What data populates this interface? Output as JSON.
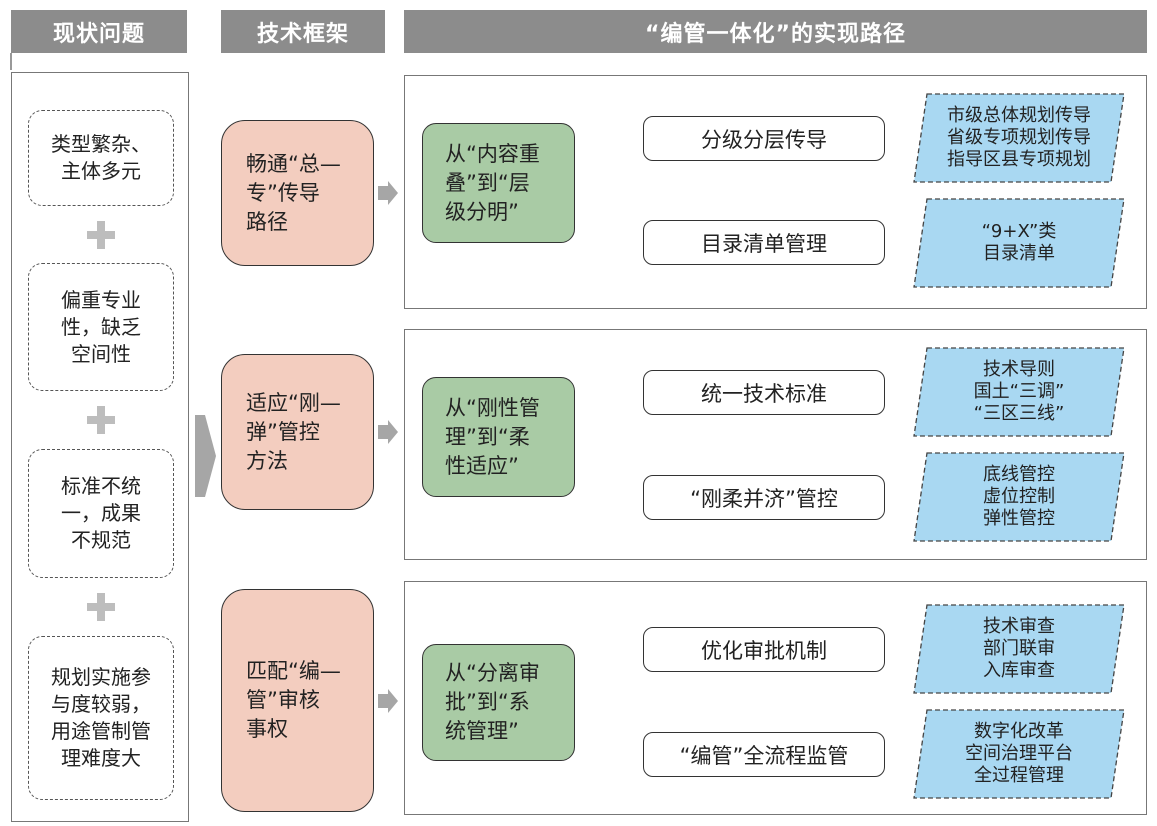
{
  "headers": {
    "current": "现状问题",
    "framework": "技术框架",
    "path": "“编管一体化”的实现路径"
  },
  "issues": [
    "类型繁杂、\n主体多元",
    "偏重专业\n性，缺乏\n空间性",
    "标准不统\n一，成果\n不规范",
    "规划实施参\n与度较弱，\n用途管制管\n理难度大"
  ],
  "framework": [
    "畅通“总—\n专”传导\n路径",
    "适应“刚—\n弹”管控\n方法",
    "匹配“编—\n管”审核\n事权"
  ],
  "groups": [
    {
      "goal": "从“内容重\n叠”到“层\n级分明”",
      "items": [
        "分级分层传导",
        "目录清单管理"
      ],
      "results": [
        "市级总体规划传导\n省级专项规划传导\n指导区县专项规划",
        "“9+X”类\n目录清单"
      ]
    },
    {
      "goal": "从“刚性管\n理”到“柔\n性适应”",
      "items": [
        "统一技术标准",
        "“刚柔并济”管控"
      ],
      "results": [
        "技术导则\n国土“三调”\n“三区三线”",
        "底线管控\n虚位控制\n弹性管控"
      ]
    },
    {
      "goal": "从“分离审\n批”到“系\n统管理”",
      "items": [
        "优化审批机制",
        "“编管”全流程监管"
      ],
      "results": [
        "技术审查\n部门联审\n入库审查",
        "数字化改革\n空间治理平台\n全过程管理"
      ]
    }
  ],
  "colors": {
    "header": "#8c8c8c",
    "framework_fill": "#f3cdbf",
    "goal_fill": "#a9cba5",
    "result_fill": "#a9d8f2",
    "connector": "#222222",
    "plus": "#bdbdbd"
  }
}
